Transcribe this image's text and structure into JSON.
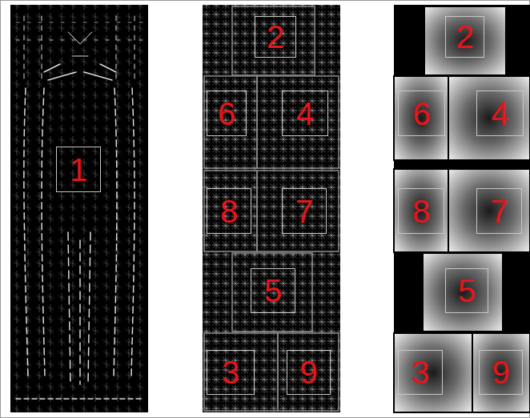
{
  "diagram": {
    "nodes": [
      {
        "text": [
          "1"
        ]
      },
      {
        "text": [
          "2"
        ]
      },
      {
        "text": [
          "6"
        ]
      },
      {
        "text": [
          "4"
        ]
      },
      {
        "text": [
          "8"
        ]
      },
      {
        "text": [
          "7"
        ]
      },
      {
        "text": [
          "5"
        ]
      },
      {
        "text": [
          "3"
        ]
      },
      {
        "text": [
          "9"
        ]
      },
      {
        "text": [
          "2"
        ]
      },
      {
        "text": [
          "6"
        ]
      },
      {
        "text": [
          "4"
        ]
      },
      {
        "text": [
          "8"
        ]
      },
      {
        "text": [
          "7"
        ]
      },
      {
        "text": [
          "5"
        ]
      },
      {
        "text": [
          "3"
        ]
      },
      {
        "text": [
          "9"
        ]
      }
    ]
  }
}
